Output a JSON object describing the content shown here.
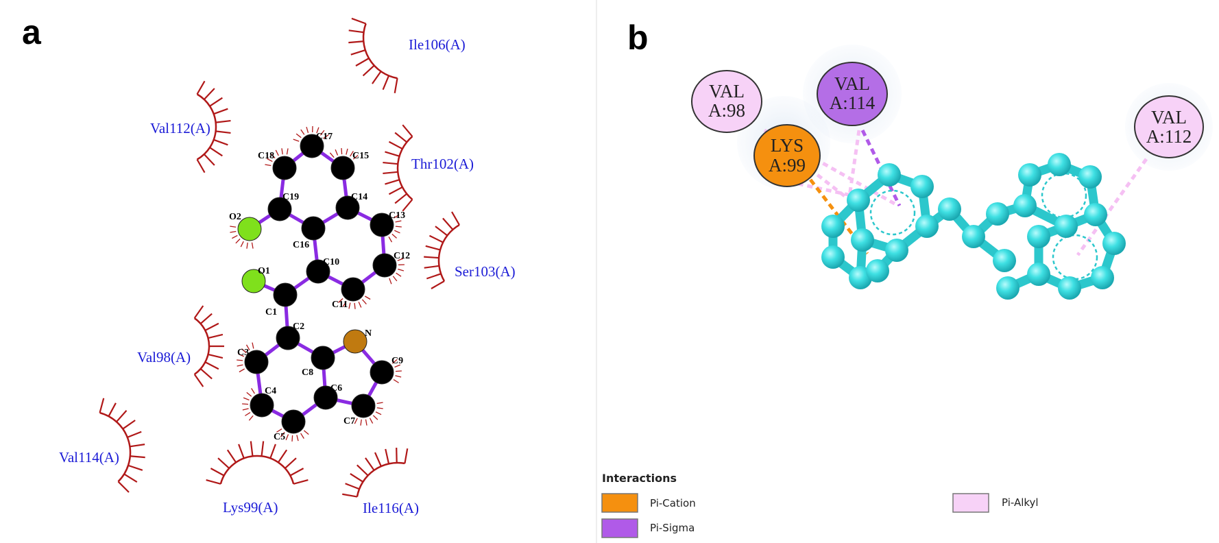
{
  "panels": {
    "a": "a",
    "b": "b"
  },
  "colors": {
    "hydrophobic_arc": "#b01818",
    "bond": "#8a2be2",
    "carbon": "#000000",
    "oxygen": "#7fe01c",
    "nitrogen": "#c07a10",
    "residue_label": "#1a1ad6",
    "ligand_3d": "#37dde0",
    "pi_cation": "#f5900f",
    "pi_sigma": "#b05ae8",
    "pi_alkyl": "#f5c0f3"
  },
  "panel_a": {
    "residues": [
      "Ile106(A)",
      "Val112(A)",
      "Thr102(A)",
      "Ser103(A)",
      "Val98(A)",
      "Val114(A)",
      "Lys99(A)",
      "Ile116(A)"
    ],
    "atoms": [
      "C17",
      "C18",
      "C15",
      "C19",
      "C14",
      "O2",
      "C13",
      "C16",
      "C10",
      "C12",
      "O1",
      "C1",
      "C11",
      "C2",
      "N",
      "C3",
      "C8",
      "C9",
      "C4",
      "C6",
      "C7",
      "C5"
    ]
  },
  "panel_b": {
    "residues": [
      {
        "line1": "VAL",
        "line2": "A:98",
        "type": "pi_alkyl"
      },
      {
        "line1": "VAL",
        "line2": "A:114",
        "type": "pi_sigma"
      },
      {
        "line1": "LYS",
        "line2": "A:99",
        "type": "pi_cation"
      },
      {
        "line1": "VAL",
        "line2": "A:112",
        "type": "pi_alkyl"
      }
    ],
    "legend": {
      "title": "Interactions",
      "items": [
        "Pi-Cation",
        "Pi-Sigma",
        "Pi-Alkyl"
      ]
    }
  }
}
